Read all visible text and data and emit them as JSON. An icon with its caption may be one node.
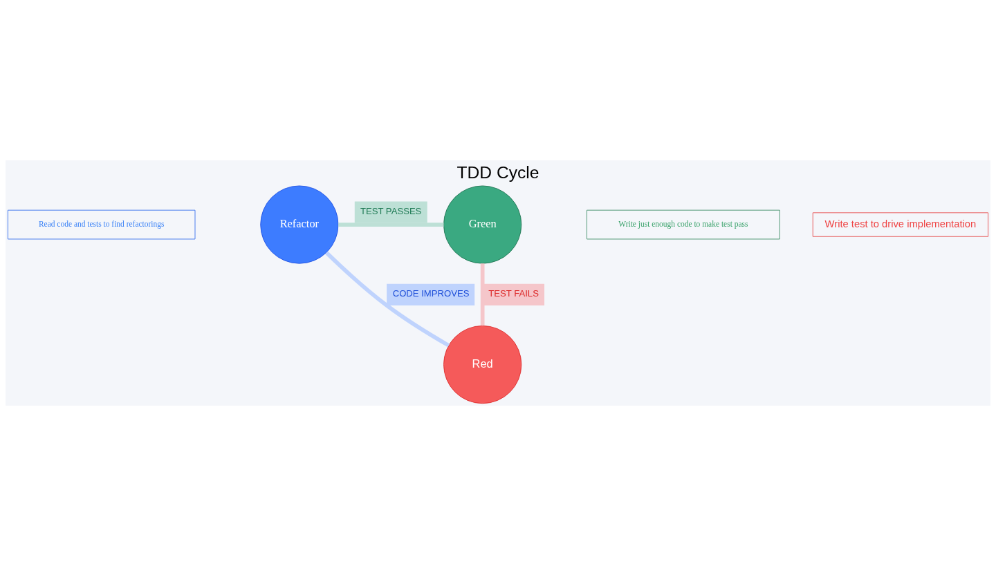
{
  "diagram": {
    "title": "TDD Cycle",
    "nodes": [
      {
        "text": [
          "Write test to drive implementation"
        ]
      },
      {
        "text": [
          "Red"
        ]
      },
      {
        "text": [
          "Read code and tests to find refactorings"
        ]
      },
      {
        "text": [
          "Refactor"
        ]
      },
      {
        "text": [
          "Green"
        ]
      },
      {
        "text": [
          "Write just enough code to make test pass"
        ]
      }
    ],
    "edges": [
      {
        "from": 1,
        "to": 4,
        "arrow": "none",
        "label": "TEST FAILS",
        "color": "#f5c6ca"
      },
      {
        "from": 4,
        "to": 3,
        "arrow": "none",
        "label": "TEST PASSES",
        "color": "#bde0d6"
      },
      {
        "from": 3,
        "to": 1,
        "arrow": "none",
        "label": "CODE IMPROVES",
        "color": "#bfd3fd"
      }
    ]
  }
}
